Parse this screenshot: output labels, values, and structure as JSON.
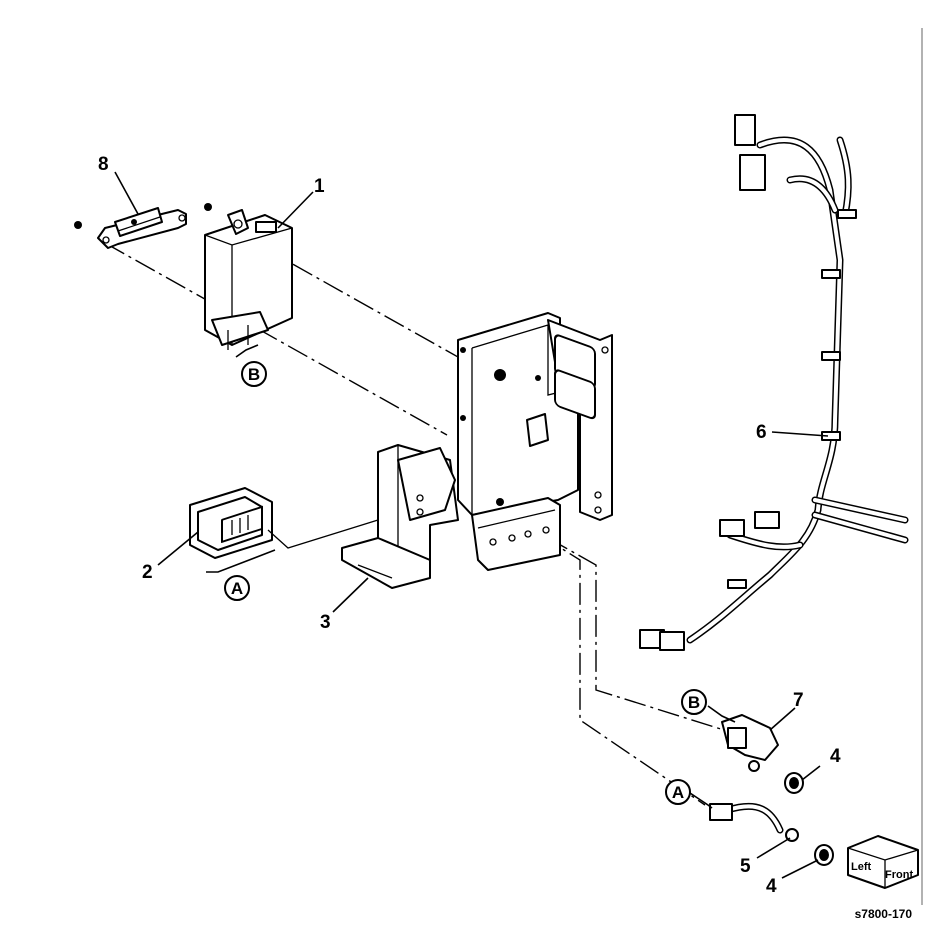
{
  "callouts": {
    "c1": "1",
    "c2": "2",
    "c3": "3",
    "c4a": "4",
    "c4b": "4",
    "c5": "5",
    "c6": "6",
    "c7": "7",
    "c8": "8"
  },
  "connectors": {
    "b_top": "B",
    "a_left": "A",
    "b_right": "B",
    "a_right": "A"
  },
  "orientation": {
    "left": "Left",
    "front": "Front"
  },
  "figure_id": "s7800-170"
}
